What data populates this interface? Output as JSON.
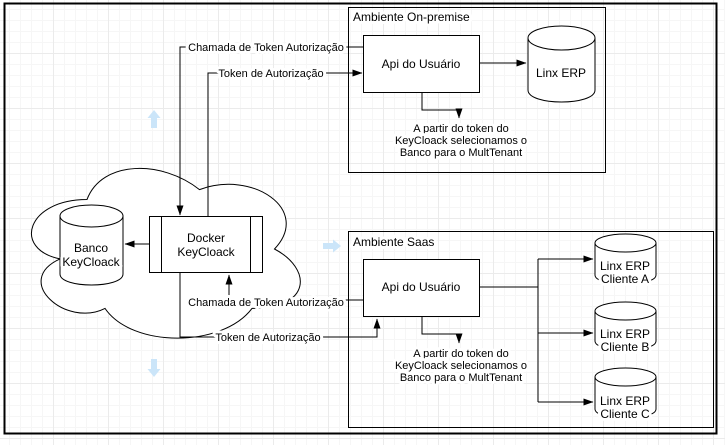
{
  "colors": {
    "stroke": "#000000",
    "shape_fill": "#ffffff",
    "hint_arrow": "#cbe5f9"
  },
  "cloud": {
    "db_label": [
      "Banco",
      "KeyCloack"
    ],
    "docker_label": [
      "Docker",
      "KeyCloack"
    ]
  },
  "edges": {
    "chamada_top": "Chamada de Token Autorização",
    "token_top": "Token de Autorização",
    "chamada_bottom": "Chamada de Token Autorização",
    "token_bottom": "Token de Autorização"
  },
  "onprem": {
    "title": "Ambiente On-premise",
    "api_label": "Api do Usuário",
    "db_label": "Linx ERP",
    "note": [
      "A partir do token do",
      "KeyCloack selecionamos o",
      "Banco para o MultTenant"
    ]
  },
  "saas": {
    "title": "Ambiente Saas",
    "api_label": "Api do Usuário",
    "dbs": [
      {
        "line1": "Linx ERP",
        "line2": "Cliente A"
      },
      {
        "line1": "Linx ERP",
        "line2": "Cliente B"
      },
      {
        "line1": "Linx ERP",
        "line2": "Cliente C"
      }
    ],
    "note": [
      "A partir do token do",
      "KeyCloack selecionamos o",
      "Banco para o MultTenant"
    ]
  }
}
